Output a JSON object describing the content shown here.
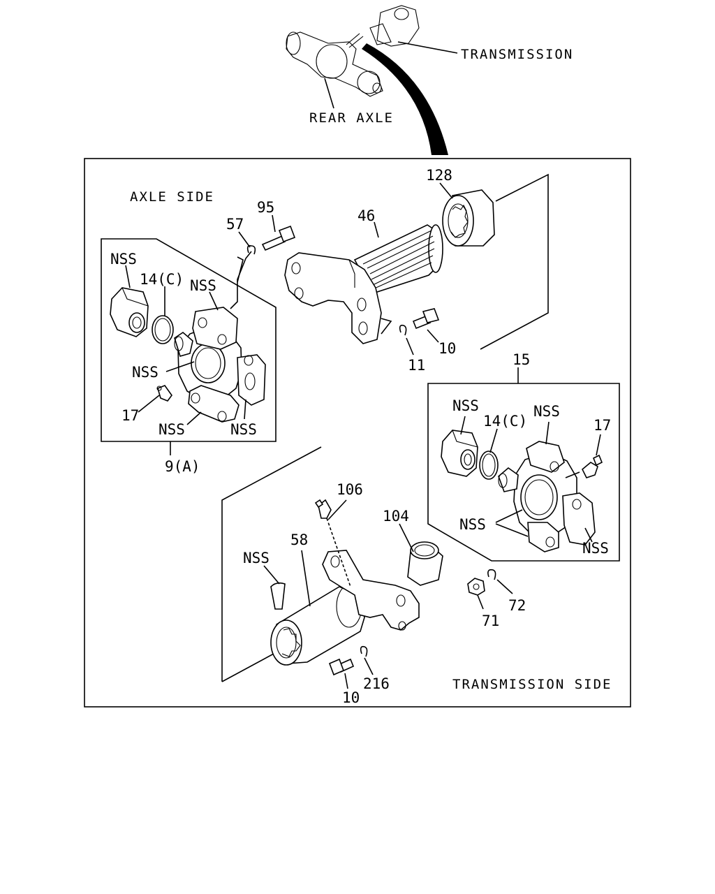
{
  "overview": {
    "transmission_label": "TRANSMISSION",
    "rear_axle_label": "REAR AXLE"
  },
  "section_labels": {
    "axle_side": "AXLE SIDE",
    "transmission_side": "TRANSMISSION SIDE"
  },
  "callouts": {
    "p128": "128",
    "p95": "95",
    "p57": "57",
    "p46": "46",
    "p10_top": "10",
    "p11": "11",
    "p15": "15",
    "axle_nss_bearing": "NSS",
    "axle_14c": "14(C)",
    "axle_nss_cap": "NSS",
    "axle_nss_cross": "NSS",
    "axle_17": "17",
    "axle_nss_bottom_left": "NSS",
    "axle_nss_bottom_right": "NSS",
    "p9a": "9(A)",
    "trans_nss_bearing": "NSS",
    "trans_14c": "14(C)",
    "trans_nss_cap": "NSS",
    "trans_17": "17",
    "trans_nss_cross": "NSS",
    "trans_nss_bottom": "NSS",
    "p106": "106",
    "p104": "104",
    "p58": "58",
    "p58_nss": "NSS",
    "p71": "71",
    "p72": "72",
    "p10_bottom": "10",
    "p216": "216"
  }
}
